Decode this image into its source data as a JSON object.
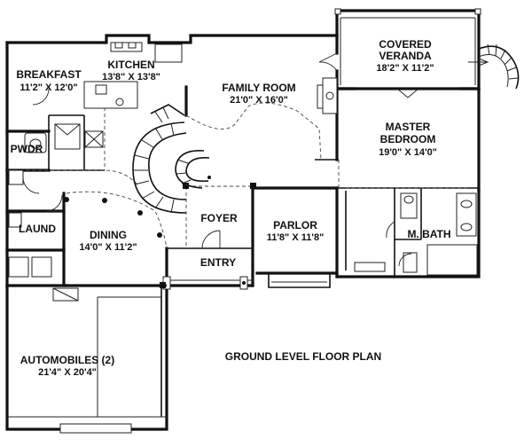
{
  "plan_title": "GROUND LEVEL FLOOR PLAN",
  "rooms": {
    "breakfast": {
      "name": "BREAKFAST",
      "dims": "11'2\" X 12'0\""
    },
    "kitchen": {
      "name": "KITCHEN",
      "dims": "13'8\" X 13'8\""
    },
    "family_room": {
      "name": "FAMILY ROOM",
      "dims": "21'0\" X 16'0\""
    },
    "covered_veranda": {
      "name_line1": "COVERED",
      "name_line2": "VERANDA",
      "dims": "18'2\" X 11'2\""
    },
    "master_bedroom": {
      "name_line1": "MASTER",
      "name_line2": "BEDROOM",
      "dims": "19'0\" X 14'0\""
    },
    "pwdr": {
      "name": "PWDR"
    },
    "laund": {
      "name": "LAUND"
    },
    "dining": {
      "name": "DINING",
      "dims": "14'0\" X 11'2\""
    },
    "foyer": {
      "name": "FOYER"
    },
    "parlor": {
      "name": "PARLOR",
      "dims": "11'8\" X 11'8\""
    },
    "m_bath": {
      "name": "M. BATH"
    },
    "entry": {
      "name": "ENTRY"
    },
    "automobiles": {
      "name": "AUTOMOBILES (2)",
      "dims": "21'4\" X 20'4\""
    }
  }
}
